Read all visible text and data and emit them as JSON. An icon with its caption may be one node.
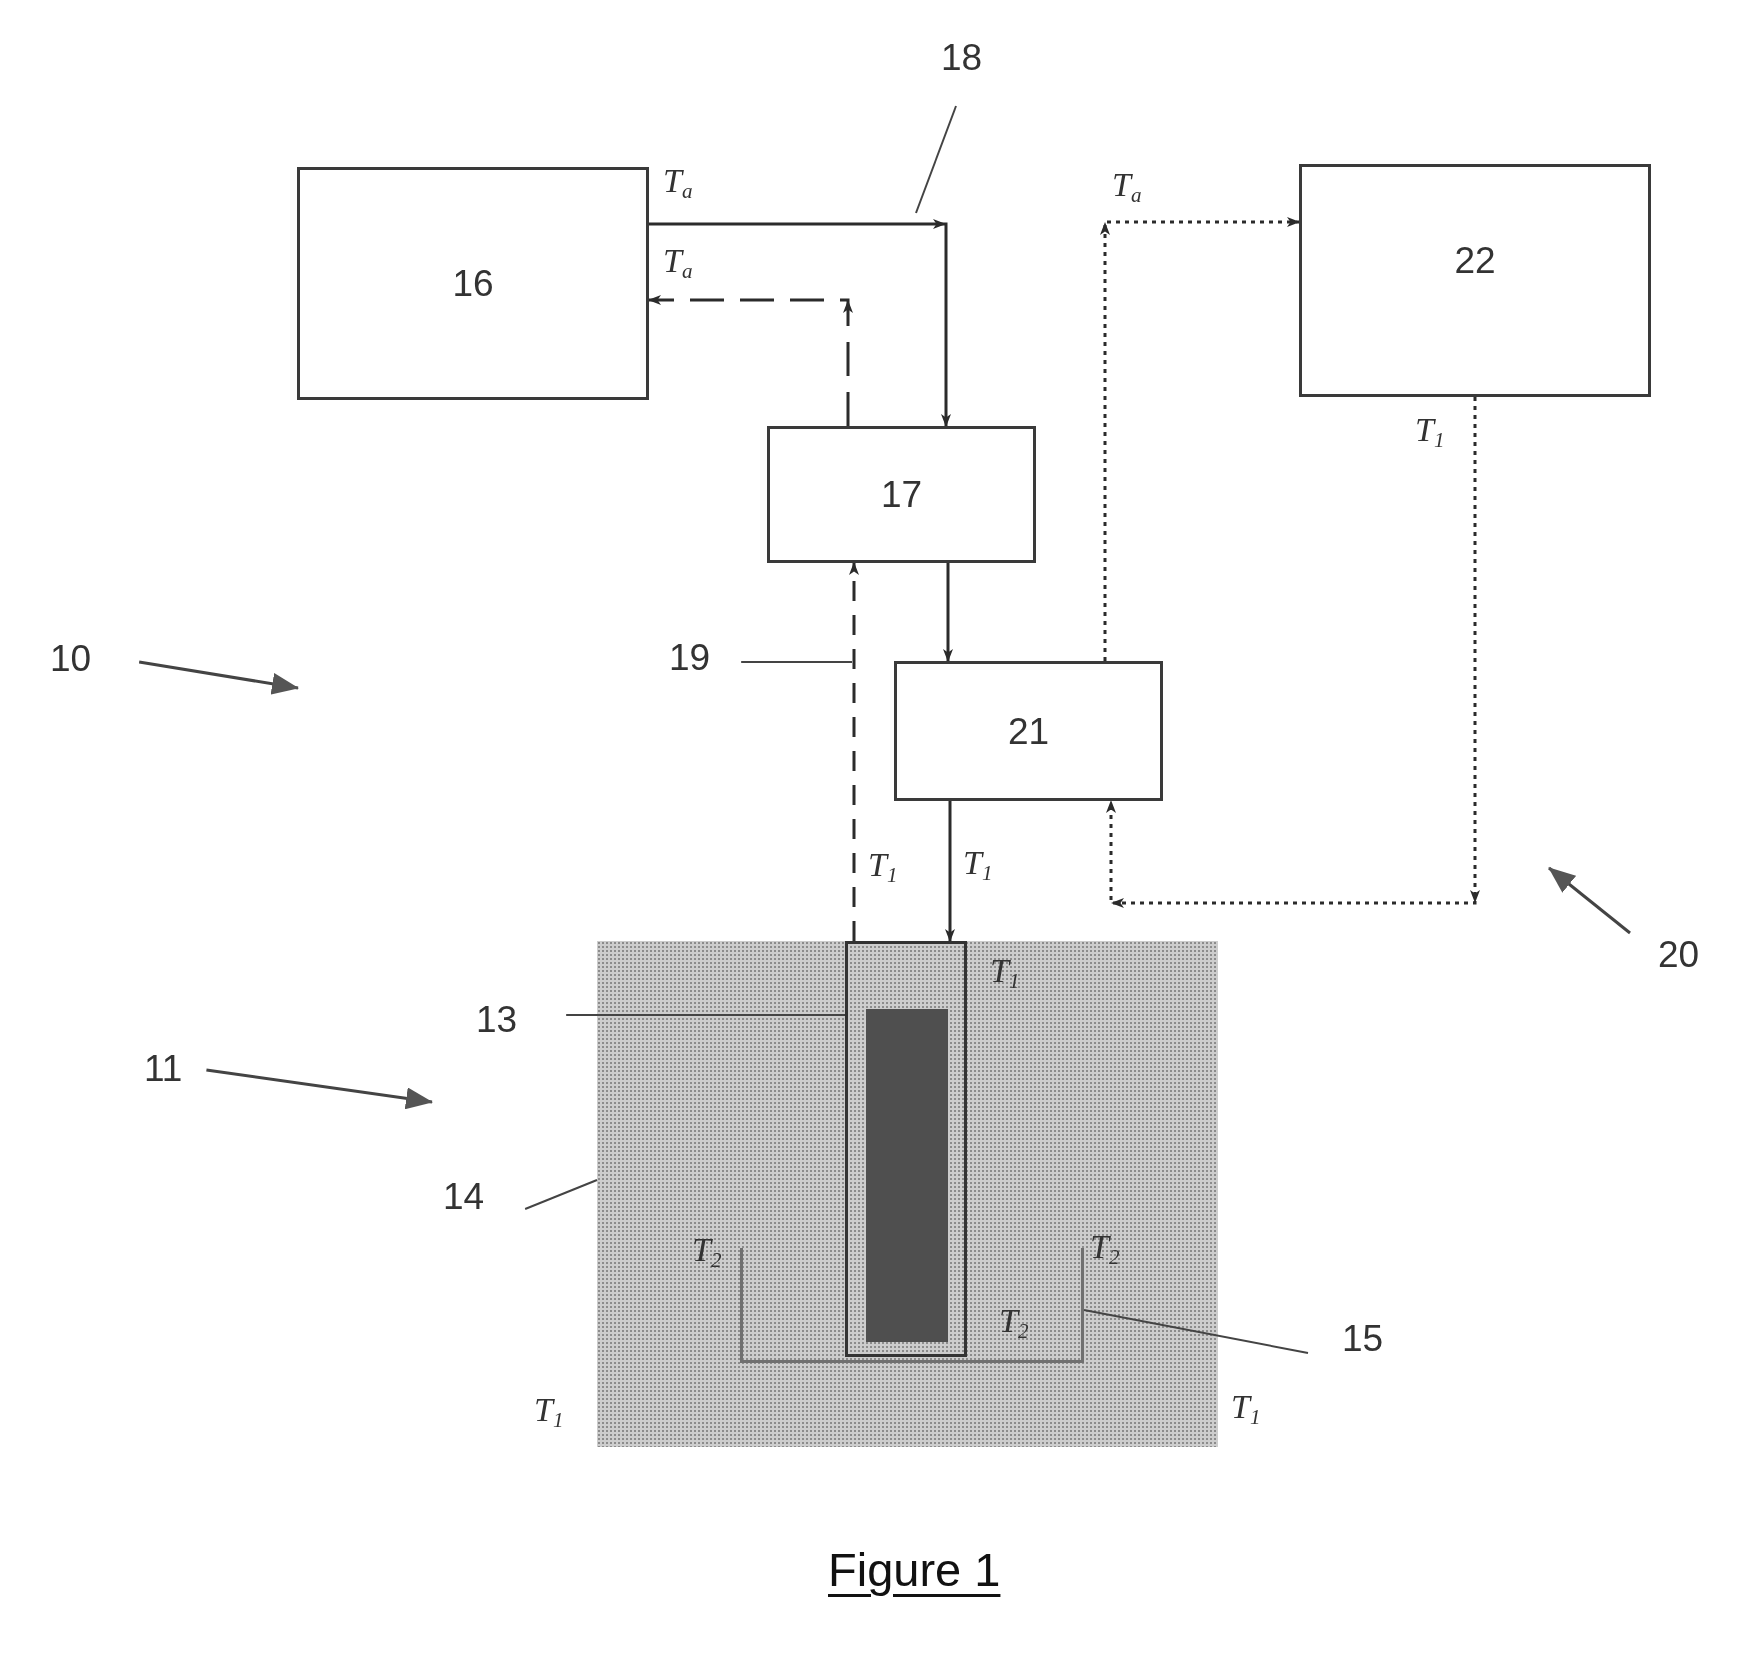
{
  "diagram": {
    "caption": "Figure 1",
    "nodes": [
      {
        "text": [
          "18"
        ]
      },
      {
        "text": [
          "16"
        ]
      },
      {
        "text": [
          "22"
        ]
      },
      {
        "text": [
          "17"
        ]
      },
      {
        "text": [
          "10"
        ]
      },
      {
        "text": [
          "19"
        ]
      },
      {
        "text": [
          "21"
        ]
      },
      {
        "text": [
          "20"
        ]
      },
      {
        "text": [],
        "shape": "box"
      },
      {
        "text": [],
        "shape": "box",
        "in": 8
      },
      {
        "text": [
          "13"
        ]
      },
      {
        "text": [
          "11"
        ]
      },
      {
        "text": [
          "14"
        ]
      },
      {
        "text": [],
        "shape": "box",
        "in": 8
      },
      {
        "text": [
          "15"
        ]
      }
    ],
    "edges": [
      {
        "from": 1,
        "to": 3,
        "arrow": "to",
        "label": "T$_{a}$"
      },
      {
        "from": 3,
        "to": 1,
        "arrow": "to",
        "label": "T$_{a}$",
        "style": "dashed"
      },
      {
        "from": 9,
        "to": 3,
        "arrow": "to",
        "label": "T$_{1}$",
        "style": "dashed"
      },
      {
        "from": 3,
        "to": 6,
        "arrow": "to"
      },
      {
        "from": 6,
        "to": 9,
        "arrow": "to",
        "label": "T$_{1}$"
      },
      {
        "from": 6,
        "to": 2,
        "arrow": "to",
        "label": "T$_{a}$",
        "style": "dashed"
      },
      {
        "from": 2,
        "to": 6,
        "arrow": "to",
        "label": "T$_{1}$",
        "style": "dashed"
      },
      {
        "from": 0,
        "to": null,
        "arrow": "none"
      },
      {
        "from": 5,
        "to": null,
        "arrow": "none"
      },
      {
        "from": 4,
        "to": null,
        "arrow": "to"
      },
      {
        "from": 10,
        "to": 9,
        "arrow": "none"
      },
      {
        "from": 11,
        "to": null,
        "arrow": "to"
      },
      {
        "from": 12,
        "to": 8,
        "arrow": "none"
      },
      {
        "from": 14,
        "to": 13,
        "arrow": "none"
      },
      {
        "from": 7,
        "to": null,
        "arrow": "to"
      }
    ],
    "labels": [
      "T$_{1}$",
      "T$_{2}$",
      "T$_{2}$",
      "T$_{2}$",
      "T$_{1}$",
      "T$_{1}$"
    ]
  }
}
